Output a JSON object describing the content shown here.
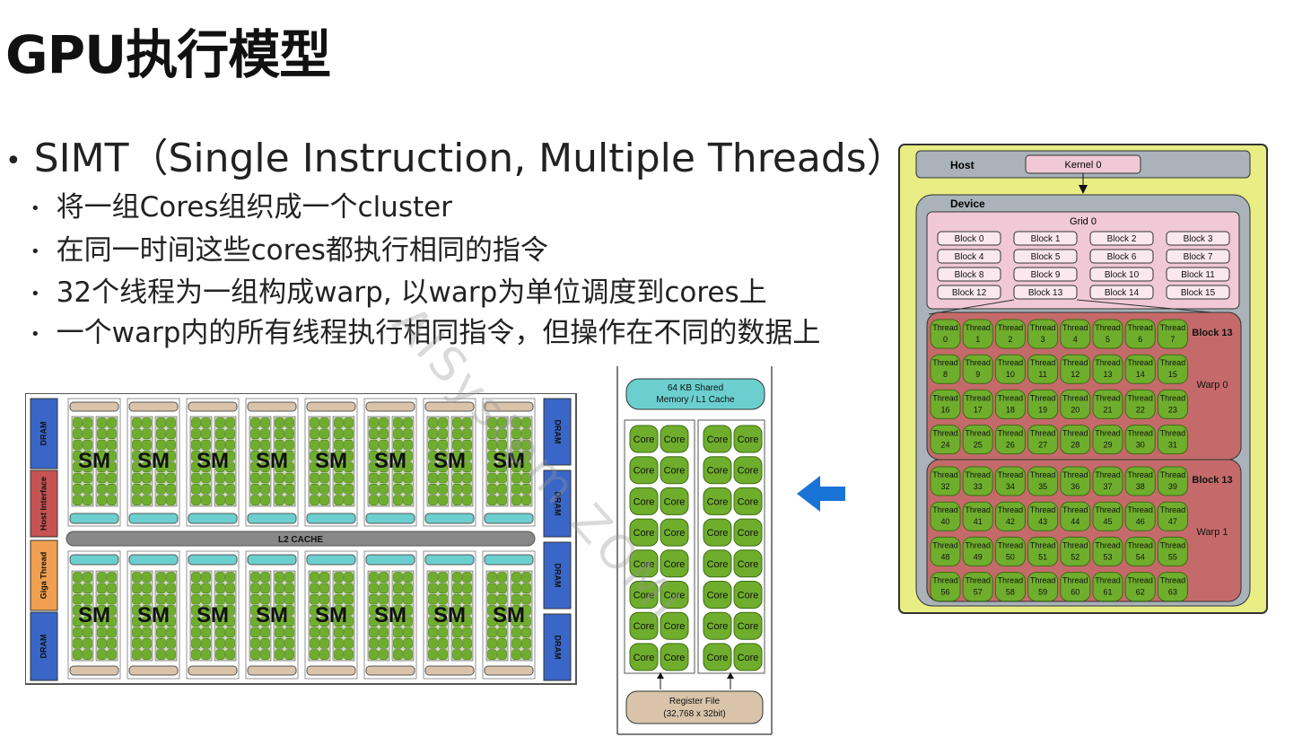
{
  "title": "GPU执行模型",
  "bullets": {
    "main": "SIMT（Single Instruction, Multiple Threads）",
    "subs": [
      "将一组Cores组织成一个cluster",
      "在同一时间这些cores都执行相同的指令",
      "32个线程为一组构成warp, 以warp为单位调度到cores上",
      "一个warp内的所有线程执行相同指令，但操作在不同的数据上"
    ]
  },
  "watermark": "AISystem ZOMI",
  "gpu_diagram": {
    "sm_label": "SM",
    "l2_label": "L2 CACHE",
    "left_side": [
      "DRAM",
      "Host Interface",
      "Giga Thread",
      "DRAM"
    ],
    "right_side": [
      "DRAM",
      "DRAM",
      "DRAM",
      "DRAM"
    ],
    "colors": {
      "dram": "#3a66c8",
      "host": "#c65353",
      "giga": "#f0a050",
      "core": "#6fae2c",
      "cache": "#6ccfcf"
    }
  },
  "sm_detail": {
    "shared_memory": "64 KB Shared Memory / L1 Cache",
    "core_label": "Core",
    "register_file": "Register File (32,768 x 32bit)"
  },
  "cuda_model": {
    "host": "Host",
    "kernel": "Kernel 0",
    "device": "Device",
    "grid": "Grid 0",
    "blocks": [
      "Block 0",
      "Block 1",
      "Block 2",
      "Block 3",
      "Block 4",
      "Block 5",
      "Block 6",
      "Block 7",
      "Block 8",
      "Block 9",
      "Block 10",
      "Block 11",
      "Block 12",
      "Block 13",
      "Block 14",
      "Block 15"
    ],
    "block_detail_label": "Block 13",
    "warps": [
      "Warp 0",
      "Warp 1"
    ],
    "thread_label": "Thread"
  }
}
